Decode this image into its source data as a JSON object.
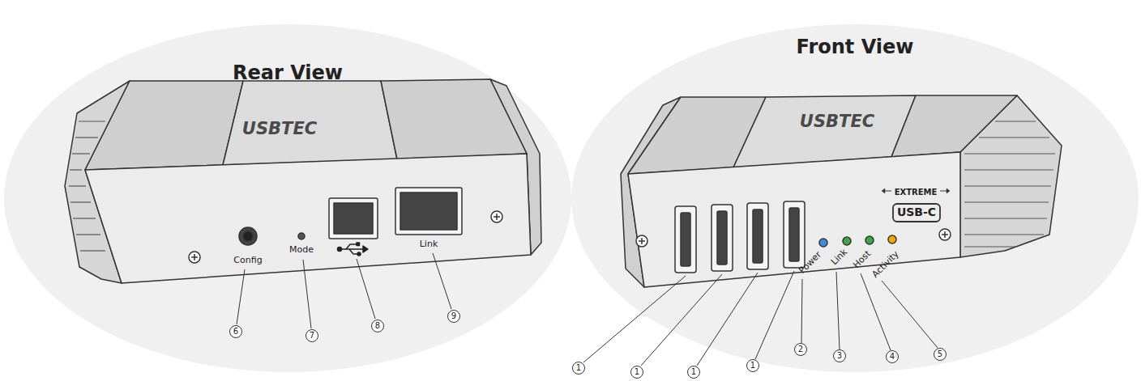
{
  "diagram": {
    "labels": [
      "Rear View",
      "Front View",
      "USBTEC",
      "USBTEC",
      "Config",
      "Mode",
      "Link",
      "6",
      "7",
      "8",
      "9",
      "Power",
      "Link",
      "Host",
      "Activity",
      "EXTREME",
      "USB-C",
      "1",
      "1",
      "1",
      "1",
      "2",
      "3",
      "4",
      "5"
    ]
  }
}
